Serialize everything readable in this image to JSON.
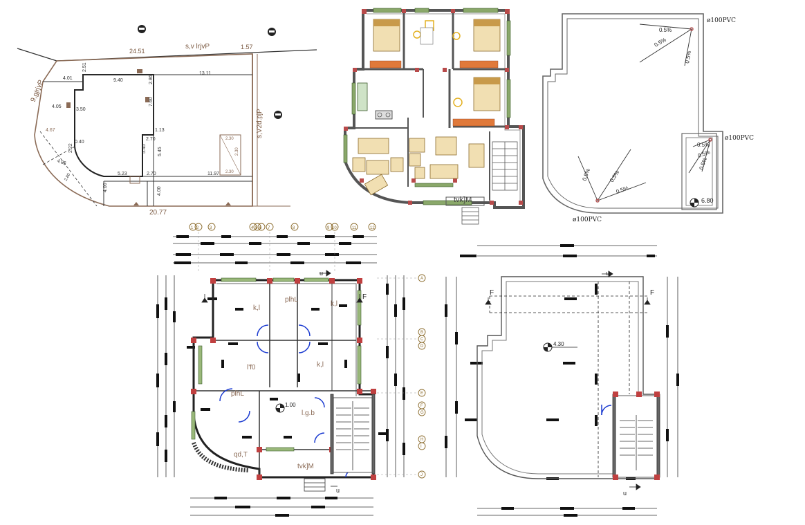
{
  "site_plan": {
    "dims": {
      "top_total": "24.51",
      "top_right": "1.57",
      "left_a": "4.01",
      "left_b": "4.05",
      "left_c": "4.67",
      "inner_top": "9.40",
      "inner_top_right": "13.11",
      "v1": "2.51",
      "v2": "2.86",
      "v3": "7.60",
      "v4": "3.50",
      "v5": "1.13",
      "v6": "2.70",
      "v7": "5.45",
      "v8": "5.45",
      "v9": "0.40",
      "v10": "2.22",
      "v11": "4.85",
      "v12": "5.23",
      "v13": "2.70",
      "v14": "11.97",
      "v15": "4.00",
      "v16": "4.00",
      "v17": "20.77",
      "box1": "2.30",
      "box2": "2.30",
      "box3": "2.30",
      "curve_label": "2.80"
    },
    "road_labels": {
      "top": "s,v lrjvP",
      "left": "9,gjrjvP",
      "right": "s,V2d.pjP"
    }
  },
  "furnished_plan": {
    "entrance_label": "tvk]M"
  },
  "roof_plan": {
    "pipe_labels": [
      "ø100PVC",
      "ø100PVC",
      "ø100PVC"
    ],
    "slopes": [
      "0.5%",
      "0.5%",
      "0.5%",
      "0.5%",
      "0.5%",
      "0.5%",
      "0.5%",
      "0.5%",
      "0.5%"
    ],
    "level": "6.80"
  },
  "ground_floor": {
    "axis_top": [
      "1",
      "2",
      "3",
      "4",
      "5",
      "6",
      "7",
      "8",
      "9",
      "10",
      "11",
      "12"
    ],
    "axis_right": [
      "A",
      "B",
      "C",
      "D",
      "E",
      "F",
      "G",
      "H",
      "I",
      "J"
    ],
    "rooms": {
      "r1": "k,l",
      "r2": "plhL",
      "r3": "k,l",
      "r4": "l'f0",
      "r5": "k,l",
      "r6": "plhL",
      "r7": "l.g.b",
      "r8": "qd,T",
      "r9": "tvk]M"
    },
    "level": "1.00",
    "section_a": "u",
    "section_b": "F"
  },
  "first_floor": {
    "level": "4.30",
    "section_a": "u",
    "section_b": "F"
  }
}
